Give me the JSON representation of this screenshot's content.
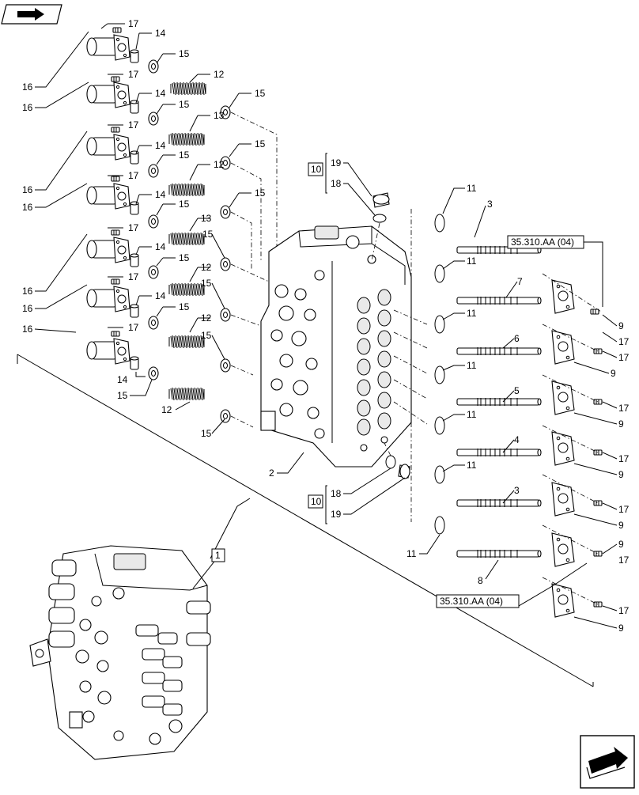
{
  "callouts": {
    "c1": "1",
    "c2": "2",
    "c3": "3",
    "c4": "4",
    "c5": "5",
    "c6": "6",
    "c7": "7",
    "c8": "8",
    "c9": "9",
    "c10": "10",
    "c11": "11",
    "c12": "12",
    "c13": "13",
    "c14": "14",
    "c15": "15",
    "c16": "16",
    "c17": "17",
    "c18": "18",
    "c19": "19"
  },
  "references": {
    "ref_top": "35.310.AA (04)",
    "ref_bottom": "35.310.AA (04)"
  },
  "icons": {
    "top_left": "previous-page-arrow-icon",
    "bottom_right": "next-page-arrow-icon"
  }
}
